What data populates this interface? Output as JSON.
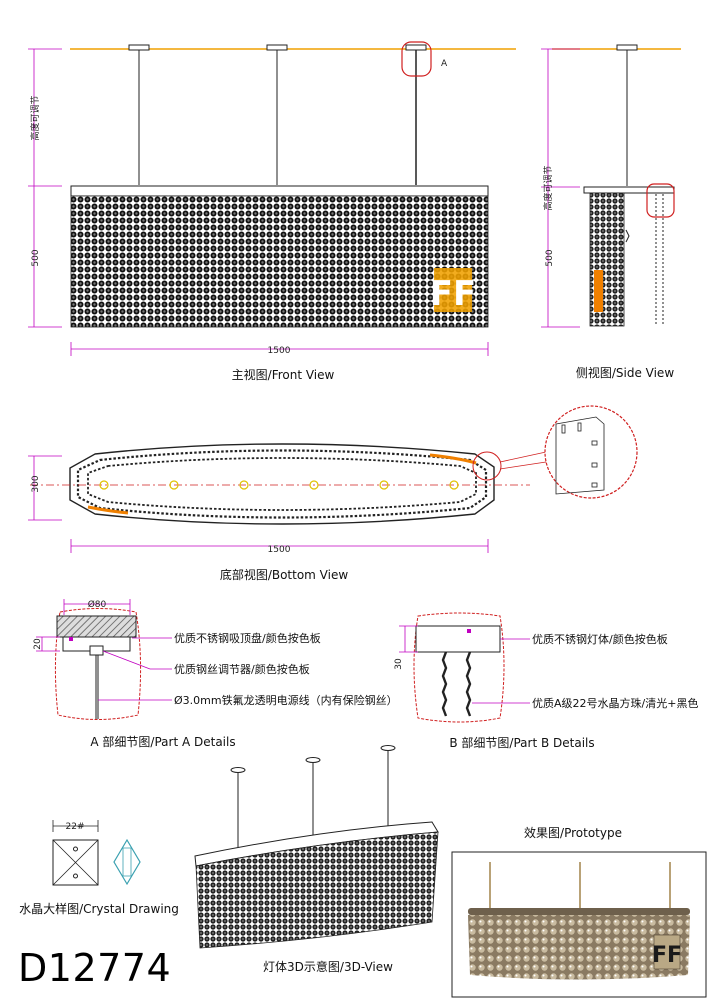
{
  "views": {
    "front": "主视图/Front View",
    "side": "侧视图/Side View",
    "bottom": "底部视图/Bottom View",
    "part_a": "A 部细节图/Part A Details",
    "part_b": "B 部细节图/Part B Details",
    "crystal": "水晶大样图/Crystal Drawing",
    "three_d": "灯体3D示意图/3D-View",
    "prototype": "效果图/Prototype"
  },
  "dimensions": {
    "width": "1500",
    "height": "500",
    "depth": "300",
    "canopy_dia": "Ø80",
    "canopy_h": "20",
    "part_b_h": "30",
    "crystal_size": "22#",
    "adjustable_height": "高度可调节",
    "marker_a": "A"
  },
  "annotations": {
    "canopy": "优质不锈钢吸顶盘/颜色按色板",
    "wire_adjuster": "优质钢丝调节器/颜色按色板",
    "cable": "Ø3.0mm铁氟龙透明电源线（内有保险钢丝）",
    "body": "优质不锈钢灯体/颜色按色板",
    "crystal": "优质A级22号水晶方珠/清光+黑色"
  },
  "logo_text": "FF",
  "product_code": "D12774",
  "colors": {
    "ceiling_line": "#f0a000",
    "dimension": "#c000c0",
    "detail_circle": "#d02020",
    "accent_orange": "#f08000"
  }
}
